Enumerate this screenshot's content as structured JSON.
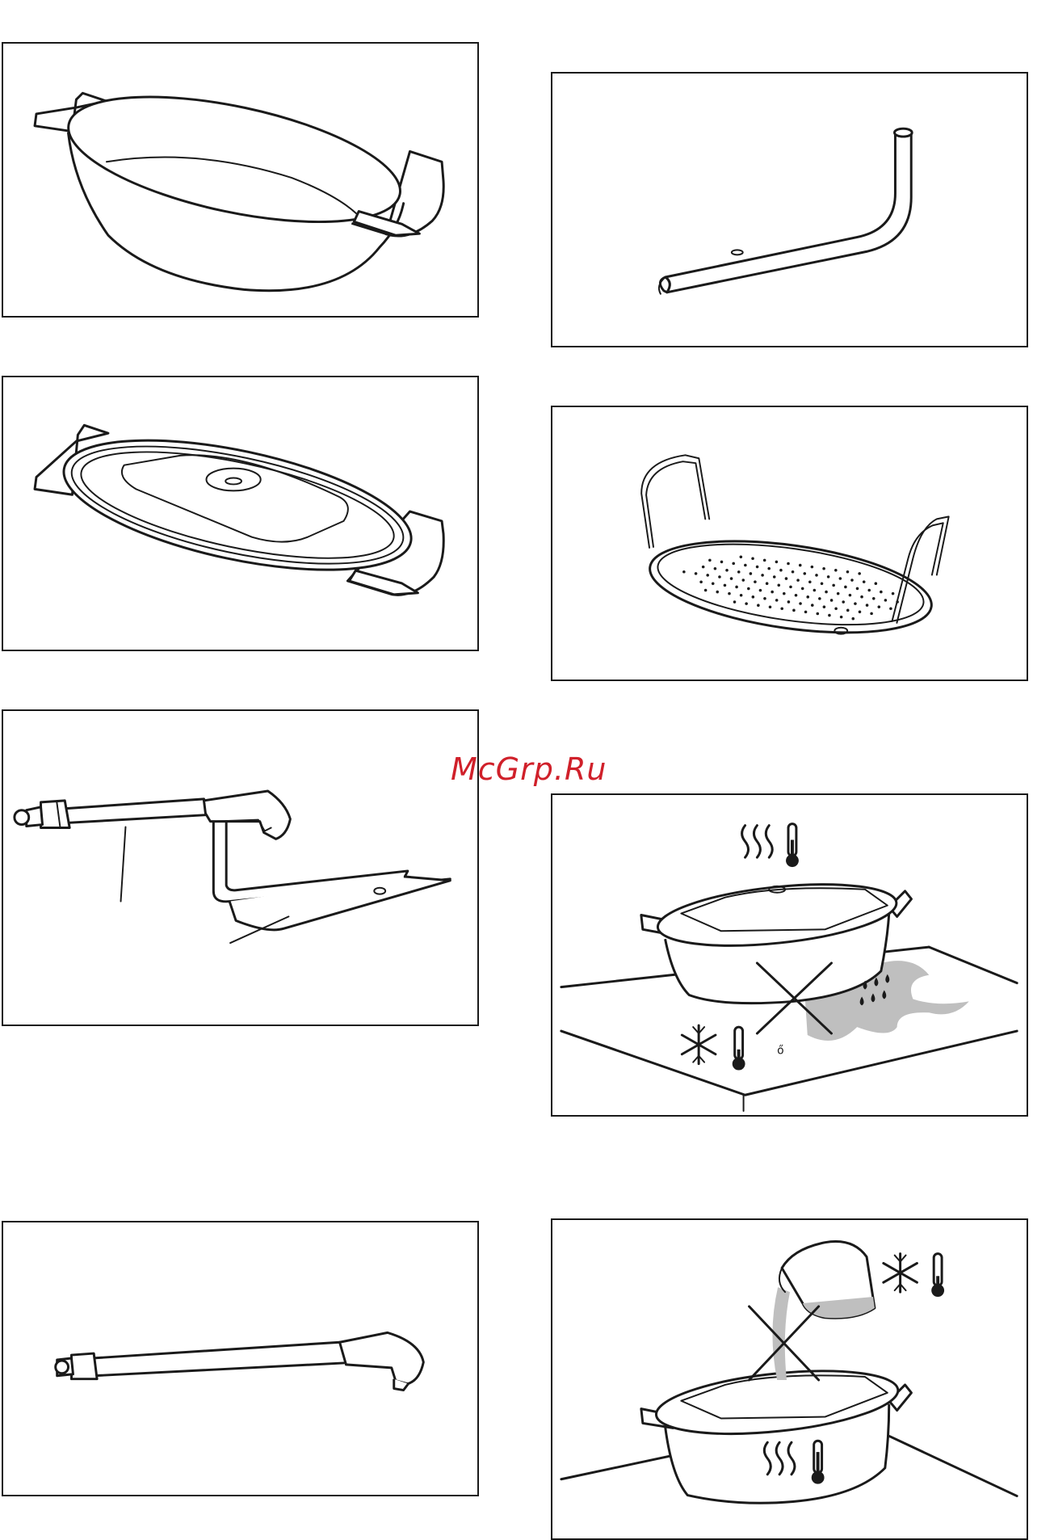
{
  "watermark": {
    "text": "McGrp.Ru",
    "color": "#d0202a"
  },
  "figures": [
    {
      "name": "oval-pan",
      "icon": "roasting-pan-icon"
    },
    {
      "name": "probe-tube",
      "icon": "bent-tube-icon"
    },
    {
      "name": "pan-with-lid",
      "icon": "pan-lid-icon"
    },
    {
      "name": "steam-rack",
      "icon": "perforated-rack-icon"
    },
    {
      "name": "probe-and-tube-assembly",
      "icon": "probe-assembly-icon"
    },
    {
      "name": "hot-pan-on-cold-wet-surface-warning",
      "icon": "cross-warning-icon",
      "note_glyph": "ő"
    },
    {
      "name": "probe-handle",
      "icon": "probe-handle-icon"
    },
    {
      "name": "cold-water-on-hot-pan-warning",
      "icon": "cross-warning-icon"
    }
  ],
  "colors": {
    "line": "#1a1a1a",
    "spill": "#bfbfbf",
    "background": "#ffffff"
  }
}
